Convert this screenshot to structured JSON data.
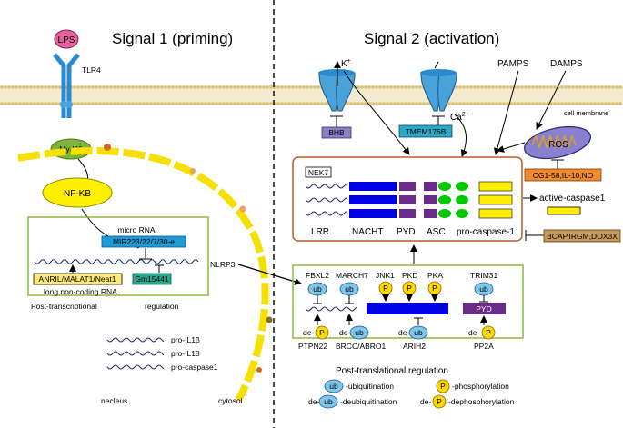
{
  "signal1": {
    "title": "Signal 1 (priming)",
    "lps": "LPS",
    "tlr4": "TLR4",
    "myd88": "Myd88",
    "nfkb": "NF-KB",
    "microrna_label": "micro RNA",
    "mirna_box": "MIR223/22/7/30-e",
    "lncrna_box1": "ANRIL/MALAT1/Neat1",
    "lncrna_box2": "Gm15441",
    "lncrna_label": "long non-coding  RNA",
    "post_transcriptional_left": "Post-transcriptional",
    "post_transcriptional_right": "regulation",
    "pro_il1b": "pro-IL1β",
    "pro_il18": "pro-IL18",
    "pro_caspase1": "pro-caspase1",
    "nucleus": "necleus",
    "cytosol": "cytosol"
  },
  "signal2": {
    "title": "Signal 2 (activation)",
    "k_ion": "K",
    "k_sup": "+",
    "ca_ion": "Ca",
    "ca_sup": "2+",
    "pamps": "PAMPS",
    "damps": "DAMPS",
    "cell_membrane": "cell membrane",
    "bhb": "BHB",
    "tmem176b": "TMEM176B",
    "ros": "ROS",
    "ros_inhibitors": "CG1-58,IL-10,NO",
    "nek7": "NEK7",
    "domain_labels": [
      "LRR",
      "NACHT",
      "PYD",
      "ASC",
      "pro-caspase-1"
    ],
    "active_caspase": "active-caspase1",
    "bcap": "BCAP,IRGM,DOX3X",
    "nlrp3": "NLRP3",
    "ptm": {
      "fbxl2": "FBXL2",
      "march7": "MARCH7",
      "jnk1": "JNK1",
      "pkd": "PKD",
      "pka": "PKA",
      "trim31": "TRIM31",
      "ub": "ub",
      "p": "P",
      "de": "de-",
      "pyd": "PYD",
      "ptpn22": "PTPN22",
      "brcc": "BRCC/ABRO1",
      "arih2": "ARIH2",
      "pp2a": "PP2A"
    }
  },
  "legend": {
    "title": "Post-translational regulation",
    "ubiquitination": "-ubiquitination",
    "phosphorylation": "-phosphorylation",
    "deubiquitination": "-deubiquitination",
    "dephosphorylation": "-dephosphorylation"
  },
  "colors": {
    "membrane": "#e8d9a0",
    "receptor": "#4aa3d8",
    "lps": "#e8619e",
    "myd88": "#7fb33a",
    "nfkb": "#ffef00",
    "green_border": "#8db83a",
    "orange_border": "#c0582a",
    "blue_box": "#1c9bd6",
    "teal_box": "#2aa88e",
    "yellow_box": "#ffe97a",
    "purple_box": "#8a80c8",
    "orange_box": "#f08a30",
    "tan_box": "#c89a5a",
    "domain_blue": "#0000e6",
    "domain_purple": "#6a2a8a",
    "domain_green": "#00c800",
    "domain_yellow": "#ffee00",
    "ub_blue": "#7fc6ea",
    "p_yellow": "#ffd900"
  }
}
